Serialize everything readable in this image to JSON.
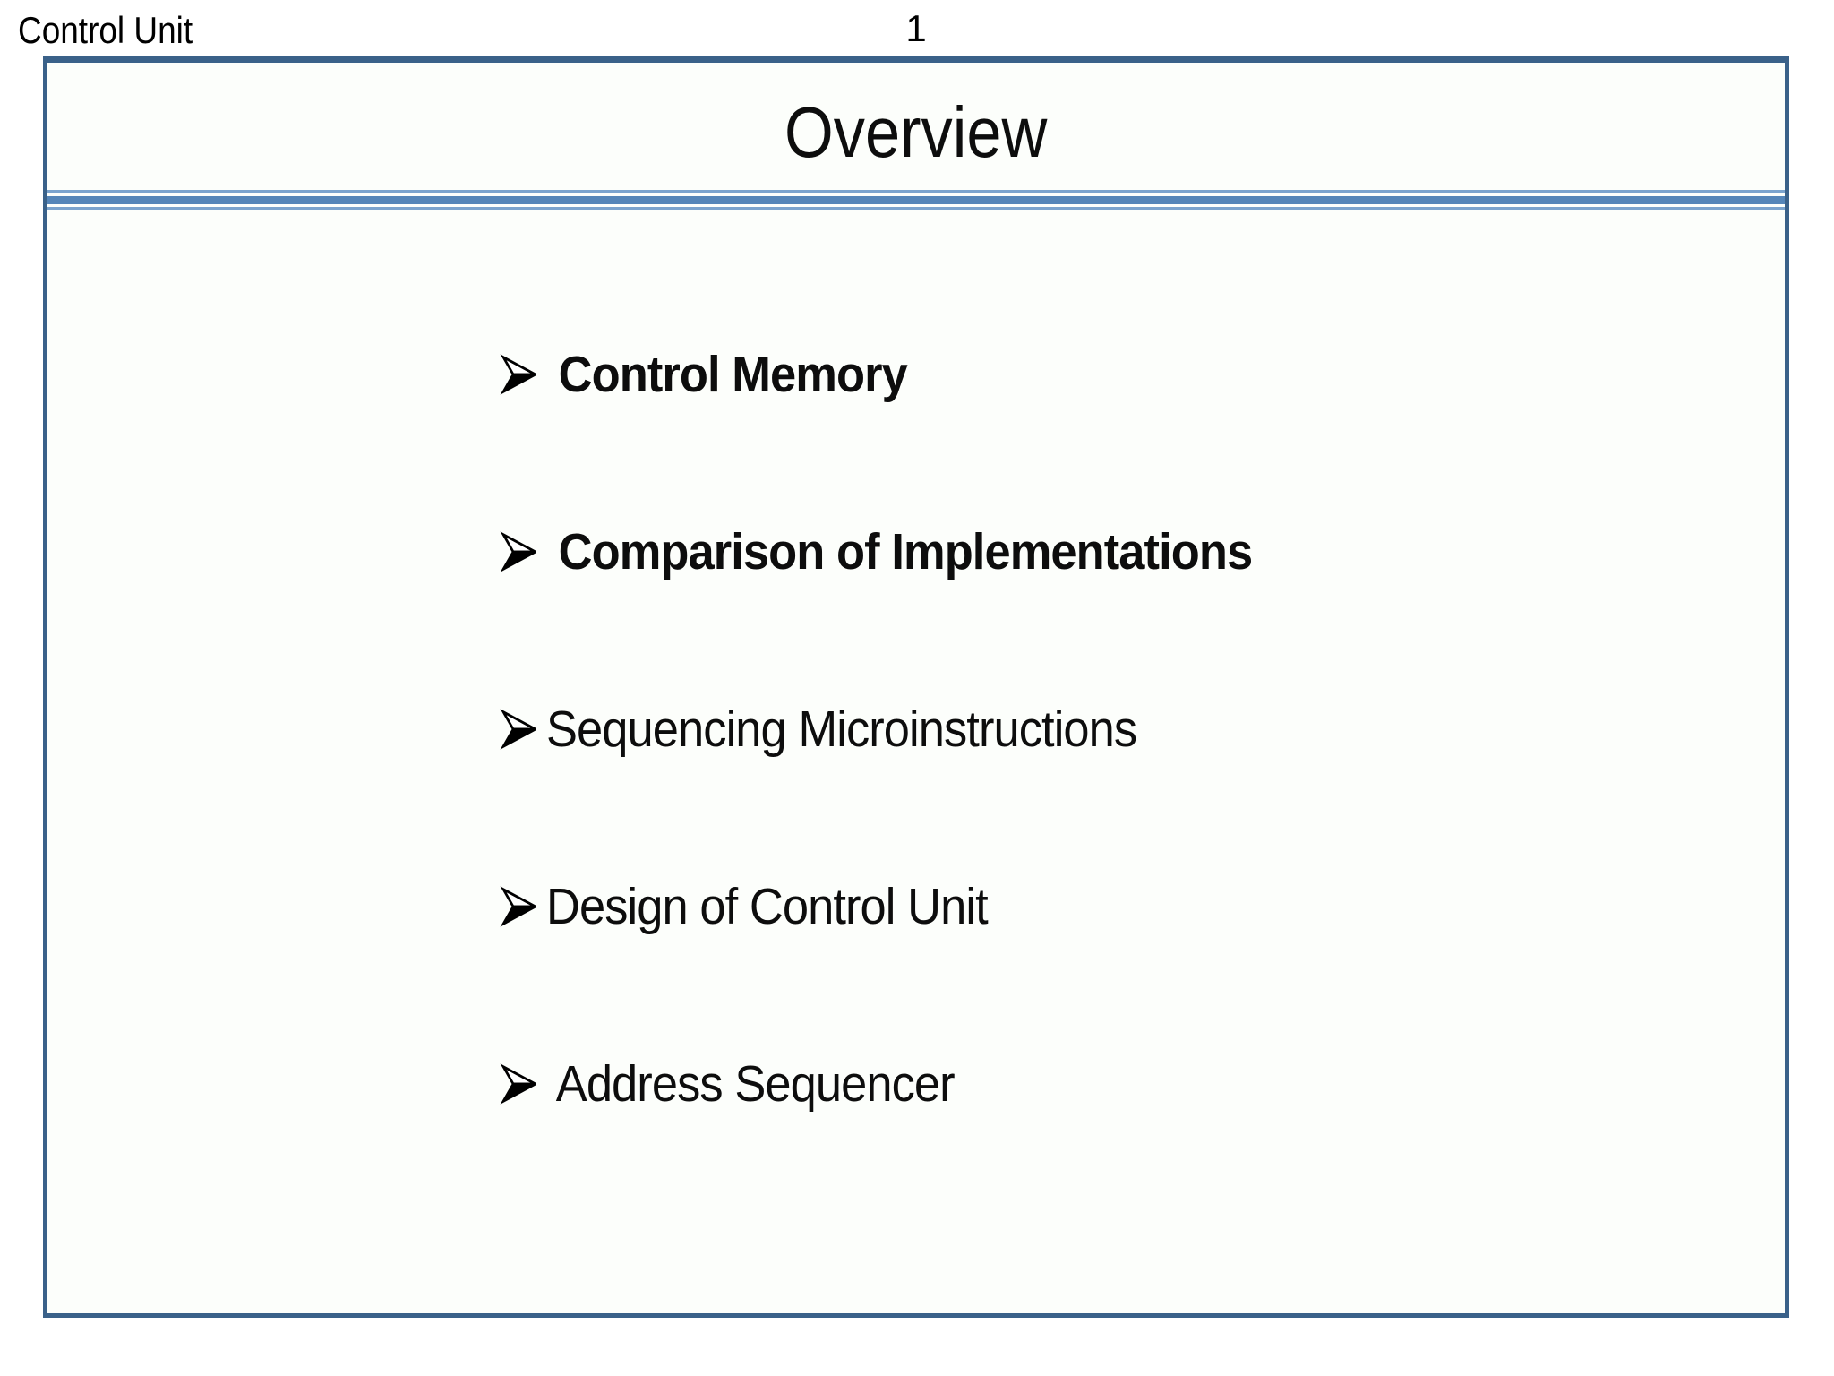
{
  "page": {
    "header_left": "Control Unit",
    "page_number": "1"
  },
  "slide": {
    "title": "Overview",
    "bullet_icon": "3d-rightwards-arrowhead-icon",
    "bullets": [
      {
        "label": " Control Memory",
        "bold": true
      },
      {
        "label": " Comparison of Implementations",
        "bold": true
      },
      {
        "label": "Sequencing Microinstructions",
        "bold": false
      },
      {
        "label": "Design of Control Unit",
        "bold": false
      },
      {
        "label": " Address Sequencer",
        "bold": false
      }
    ],
    "colors": {
      "border": "#3a6189",
      "separator_band": "#5585b8",
      "separator_line": "#7ba3cd",
      "slide_bg": "#fcfefb",
      "text": "#0d0d0d"
    }
  }
}
